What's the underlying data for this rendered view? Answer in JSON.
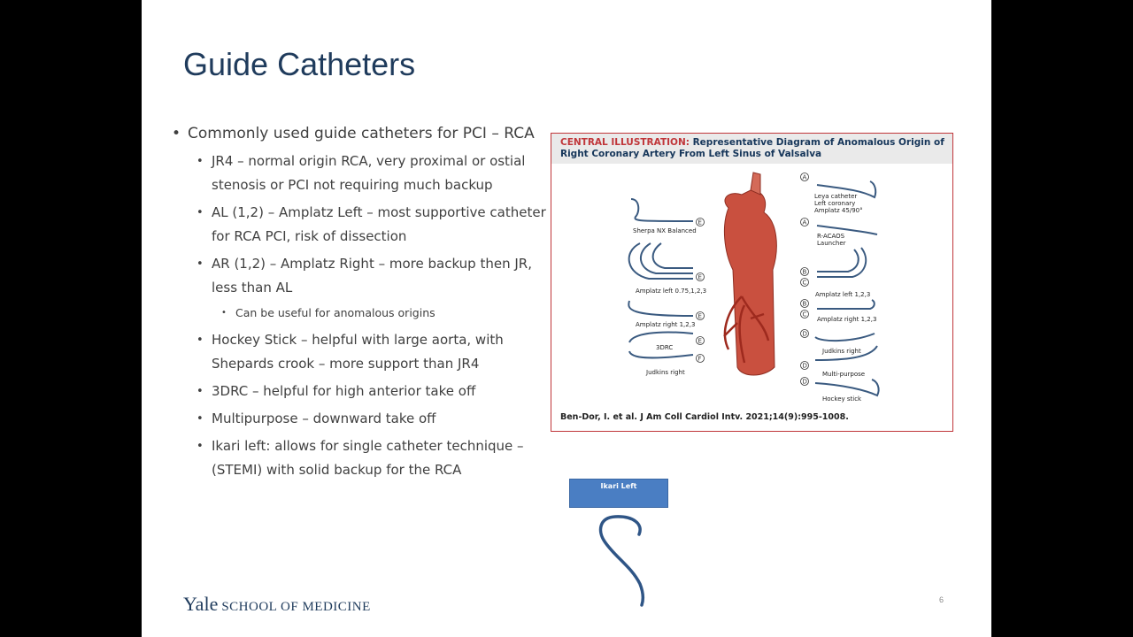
{
  "slide": {
    "title": "Guide Catheters",
    "bullets": [
      {
        "level": 1,
        "text": "Commonly used guide catheters for PCI – RCA"
      },
      {
        "level": 2,
        "text": "JR4 – normal origin RCA, very proximal or ostial stenosis or PCI not requiring much backup"
      },
      {
        "level": 2,
        "text": "AL (1,2) – Amplatz Left – most supportive catheter for RCA PCI, risk of dissection"
      },
      {
        "level": 2,
        "text": "AR  (1,2) – Amplatz Right – more backup then JR, less than AL"
      },
      {
        "level": 3,
        "text": "Can be useful for anomalous origins"
      },
      {
        "level": 2,
        "text": "Hockey Stick – helpful with large aorta, with Shepards crook – more support than JR4"
      },
      {
        "level": 2,
        "text": "3DRC – helpful for high anterior take off"
      },
      {
        "level": 2,
        "text": "Multipurpose – downward take off"
      },
      {
        "level": 2,
        "text": "Ikari left: allows for single catheter technique – (STEMI) with solid backup for the RCA"
      }
    ],
    "figure": {
      "header_tag": "CENTRAL ILLUSTRATION:",
      "header_text": "Representative Diagram of Anomalous Origin of Right Coronary Artery From Left Sinus of Valsalva",
      "caption": "Ben-Dor, I. et al. J Am Coll Cardiol Intv. 2021;14(9):995-1008.",
      "labels": {
        "sherpa": "Sherpa NX Balanced",
        "amplatz_left_small": "Amplatz left 0.75,1,2,3",
        "amplatz_right_left": "Amplatz right 1,2,3",
        "drc": "3DRC",
        "judkins_right_left": "Judkins right",
        "leya1": "Leya catheter",
        "leya2": "Left coronary",
        "leya3": "Amplatz 45/90°",
        "racaos1": "R-ACAOS",
        "racaos2": "Launcher",
        "amplatz_left_right": "Amplatz left 1,2,3",
        "amplatz_right_right": "Amplatz right 1,2,3",
        "judkins_right_right": "Judkins right",
        "multipurpose": "Multi-purpose",
        "hockey": "Hockey stick"
      },
      "letters": {
        "a": "A",
        "b": "B",
        "c": "C",
        "d": "D",
        "e": "E",
        "f": "F"
      }
    },
    "ikari_label": "Ikari Left",
    "logo_yale": "Yale",
    "logo_school": "SCHOOL OF MEDICINE",
    "page_number": "6",
    "colors": {
      "title": "#1f3b5c",
      "accent_red": "#c0363a",
      "ikari_blue": "#4a7ec3"
    }
  }
}
